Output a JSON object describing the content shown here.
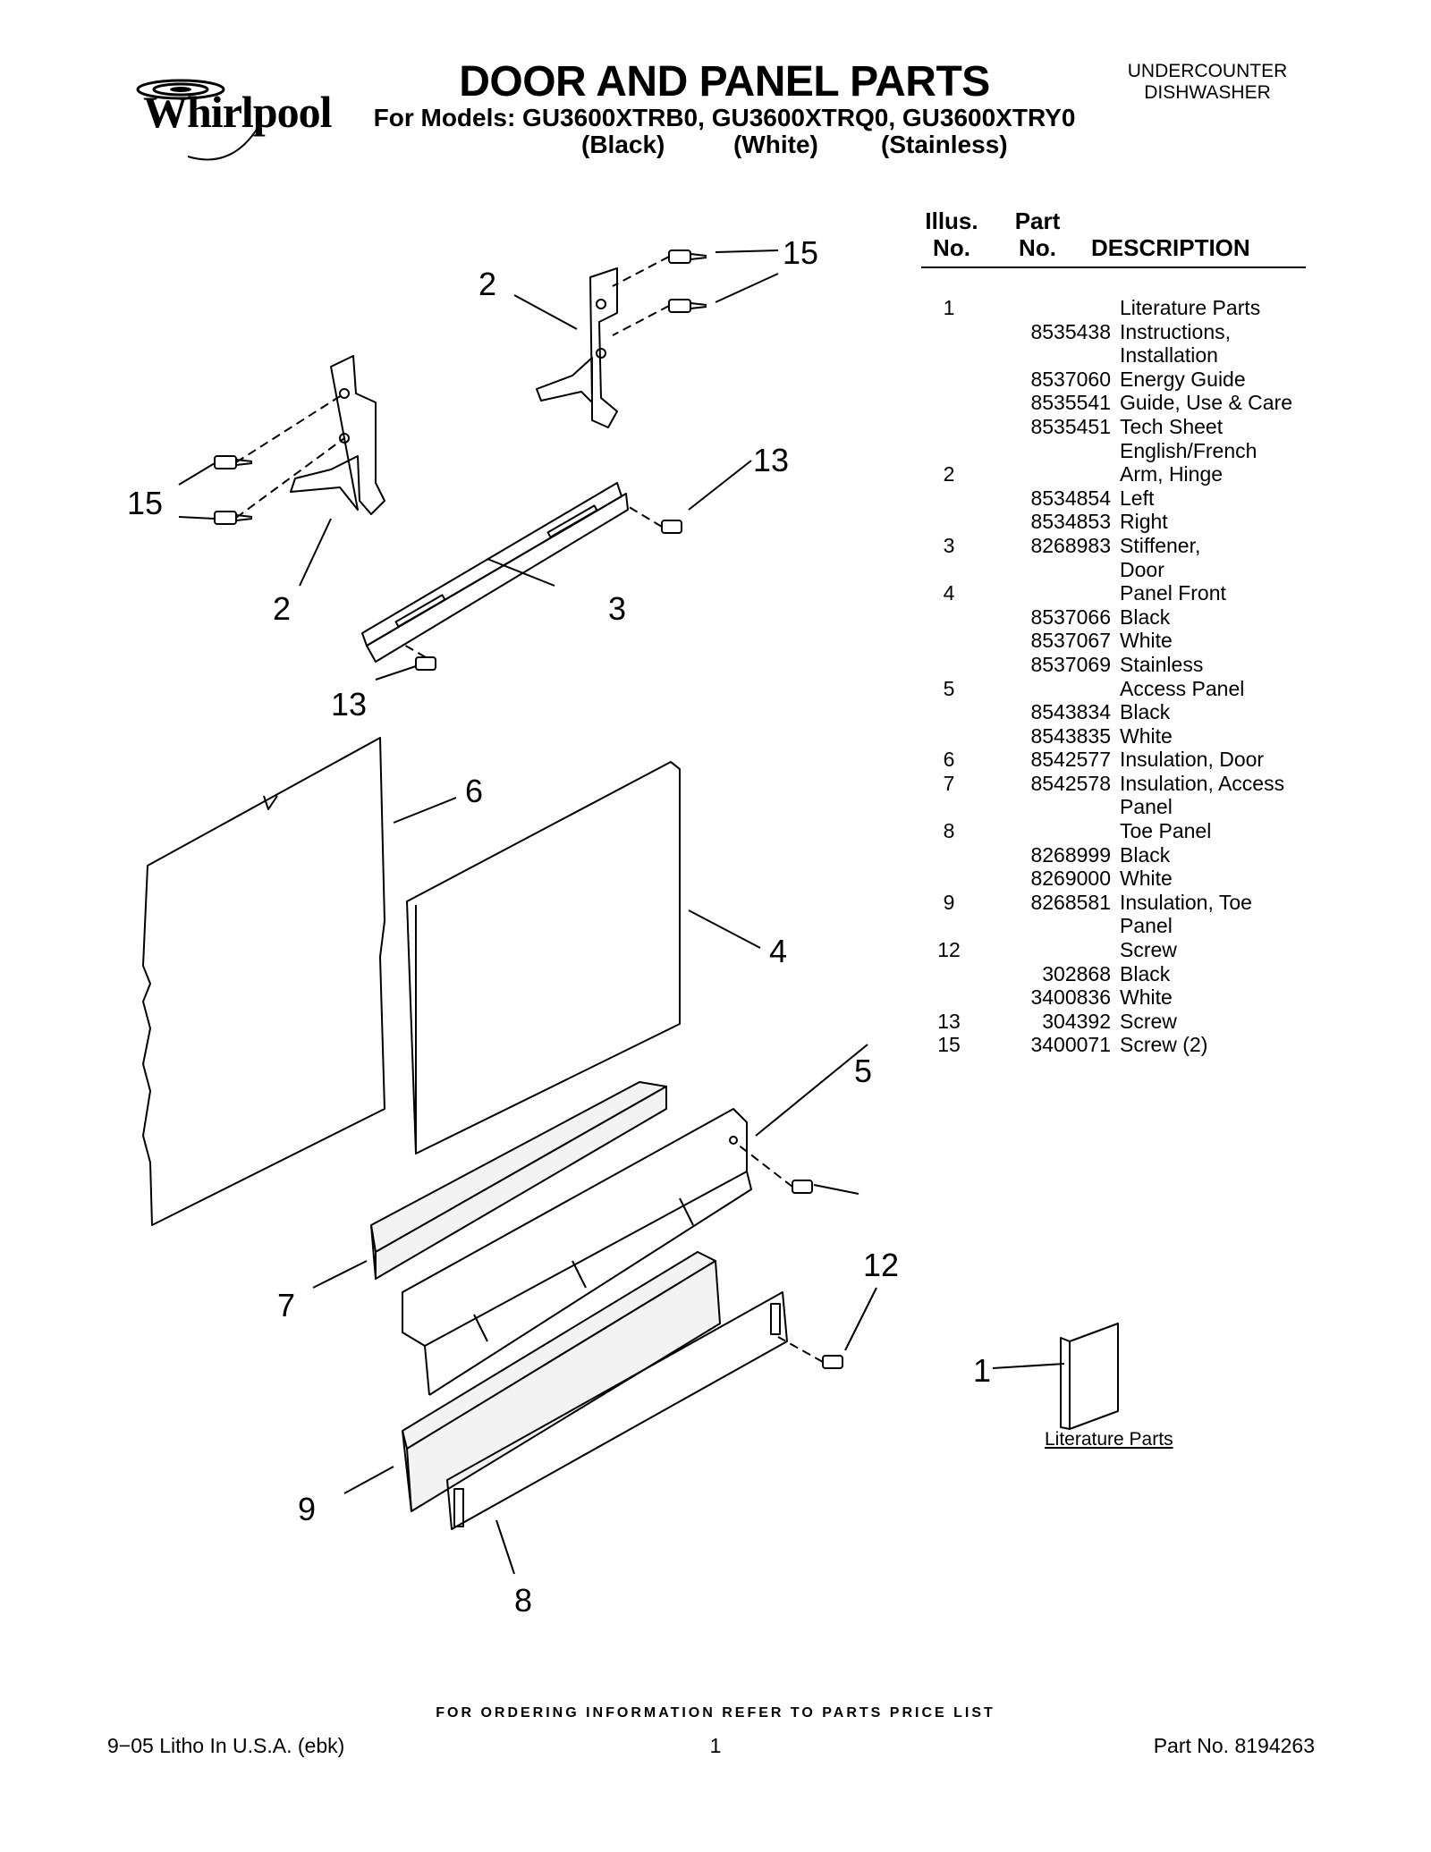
{
  "header": {
    "brand": "Whirlpool",
    "title": "DOOR AND PANEL PARTS",
    "models": "For Models: GU3600XTRB0, GU3600XTRQ0, GU3600XTRY0",
    "color_labels": [
      "(Black)",
      "(White)",
      "(Stainless)"
    ],
    "category_line1": "UNDERCOUNTER",
    "category_line2": "DISHWASHER"
  },
  "table": {
    "head_illus_1": "Illus.",
    "head_illus_2": "No.",
    "head_part_1": "Part",
    "head_part_2": "No.",
    "head_desc": "DESCRIPTION",
    "rows": [
      {
        "illus": "1",
        "part": "",
        "desc": "Literature Parts"
      },
      {
        "illus": "",
        "part": "8535438",
        "desc": "Instructions,"
      },
      {
        "illus": "",
        "part": "",
        "desc": "Installation"
      },
      {
        "illus": "",
        "part": "8537060",
        "desc": "Energy Guide"
      },
      {
        "illus": "",
        "part": "8535541",
        "desc": "Guide, Use & Care"
      },
      {
        "illus": "",
        "part": "8535451",
        "desc": "Tech Sheet"
      },
      {
        "illus": "",
        "part": "",
        "desc": "English/French"
      },
      {
        "illus": "2",
        "part": "",
        "desc": "Arm, Hinge"
      },
      {
        "illus": "",
        "part": "8534854",
        "desc": "Left"
      },
      {
        "illus": "",
        "part": "8534853",
        "desc": "Right"
      },
      {
        "illus": "3",
        "part": "8268983",
        "desc": "Stiffener,"
      },
      {
        "illus": "",
        "part": "",
        "desc": "Door"
      },
      {
        "illus": "4",
        "part": "",
        "desc": "Panel Front"
      },
      {
        "illus": "",
        "part": "8537066",
        "desc": "Black"
      },
      {
        "illus": "",
        "part": "8537067",
        "desc": "White"
      },
      {
        "illus": "",
        "part": "8537069",
        "desc": "Stainless"
      },
      {
        "illus": "5",
        "part": "",
        "desc": "Access Panel"
      },
      {
        "illus": "",
        "part": "8543834",
        "desc": "Black"
      },
      {
        "illus": "",
        "part": "8543835",
        "desc": "White"
      },
      {
        "illus": "6",
        "part": "8542577",
        "desc": "Insulation, Door"
      },
      {
        "illus": "7",
        "part": "8542578",
        "desc": "Insulation, Access"
      },
      {
        "illus": "",
        "part": "",
        "desc": "Panel"
      },
      {
        "illus": "8",
        "part": "",
        "desc": "Toe Panel"
      },
      {
        "illus": "",
        "part": "8268999",
        "desc": "Black"
      },
      {
        "illus": "",
        "part": "8269000",
        "desc": "White"
      },
      {
        "illus": "9",
        "part": "8268581",
        "desc": "Insulation, Toe"
      },
      {
        "illus": "",
        "part": "",
        "desc": "Panel"
      },
      {
        "illus": "12",
        "part": "",
        "desc": "Screw"
      },
      {
        "illus": "",
        "part": "302868",
        "desc": "Black"
      },
      {
        "illus": "",
        "part": "3400836",
        "desc": "White"
      },
      {
        "illus": "13",
        "part": "304392",
        "desc": "Screw"
      },
      {
        "illus": "15",
        "part": "3400071",
        "desc": "Screw (2)"
      }
    ]
  },
  "diagram": {
    "callouts": [
      "15",
      "2",
      "15",
      "2",
      "13",
      "3",
      "13",
      "6",
      "4",
      "5",
      "12",
      "7",
      "1",
      "9",
      "8"
    ],
    "literature_label": "Literature Parts"
  },
  "footer": {
    "ordering_note": "FOR ORDERING INFORMATION REFER TO PARTS PRICE LIST",
    "litho": "9−05 Litho In U.S.A. (ebk)",
    "page": "1",
    "part_no": "Part No. 8194263"
  }
}
